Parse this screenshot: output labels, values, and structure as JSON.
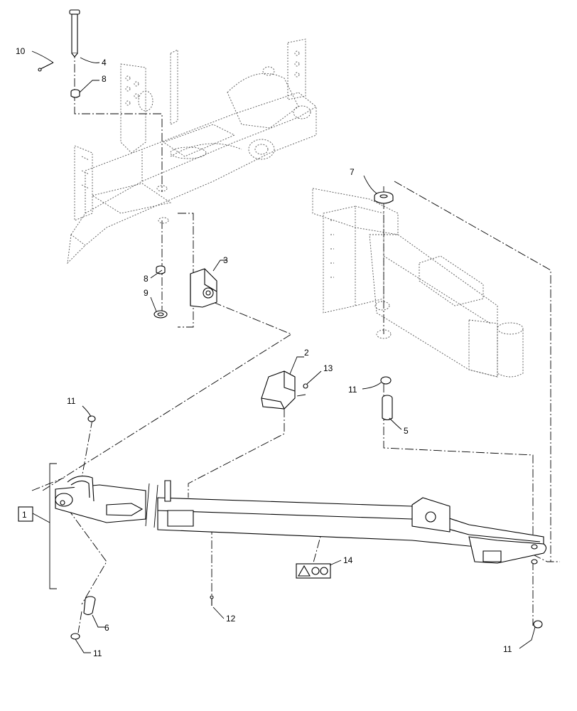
{
  "callouts": {
    "c1": "1",
    "c2": "2",
    "c3": "3",
    "c4": "4",
    "c5": "5",
    "c6": "6",
    "c7": "7",
    "c8a": "8",
    "c8b": "8",
    "c9": "9",
    "c10": "10",
    "c11a": "11",
    "c11b": "11",
    "c11c": "11",
    "c11d": "11",
    "c12": "12",
    "c13": "13",
    "c14": "14"
  }
}
